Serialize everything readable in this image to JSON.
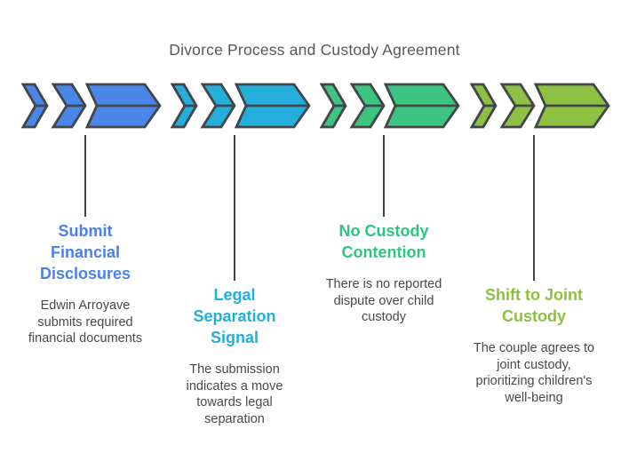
{
  "title": {
    "text": "Divorce Process and Custody Agreement",
    "color": "#56585a"
  },
  "connector_color": "#424549",
  "outline_color": "#424549",
  "body_color": "#46494c",
  "steps": [
    {
      "id": "submit-financial-disclosures",
      "chevron_color": "#4a86e8",
      "heading_color": "#4a80e8",
      "heading_lines": [
        "Submit",
        "Financial",
        "Disclosures"
      ],
      "body_lines": [
        "Edwin Arroyave",
        "submits required",
        "financial documents"
      ]
    },
    {
      "id": "legal-separation-signal",
      "chevron_color": "#24aedb",
      "heading_color": "#22aedb",
      "heading_lines": [
        "Legal",
        "Separation",
        "Signal"
      ],
      "body_lines": [
        "The submission",
        "indicates a move",
        "towards legal",
        "separation"
      ]
    },
    {
      "id": "no-custody-contention",
      "chevron_color": "#3dc480",
      "heading_color": "#30c482",
      "heading_lines": [
        "No Custody",
        "Contention"
      ],
      "body_lines": [
        "There is no reported",
        "dispute over child",
        "custody"
      ]
    },
    {
      "id": "shift-to-joint-custody",
      "chevron_color": "#8ec044",
      "heading_color": "#8cc03d",
      "heading_lines": [
        "Shift to Joint",
        "Custody"
      ],
      "body_lines": [
        "The couple agrees to",
        "joint custody,",
        "prioritizing children's",
        "well-being"
      ]
    }
  ]
}
